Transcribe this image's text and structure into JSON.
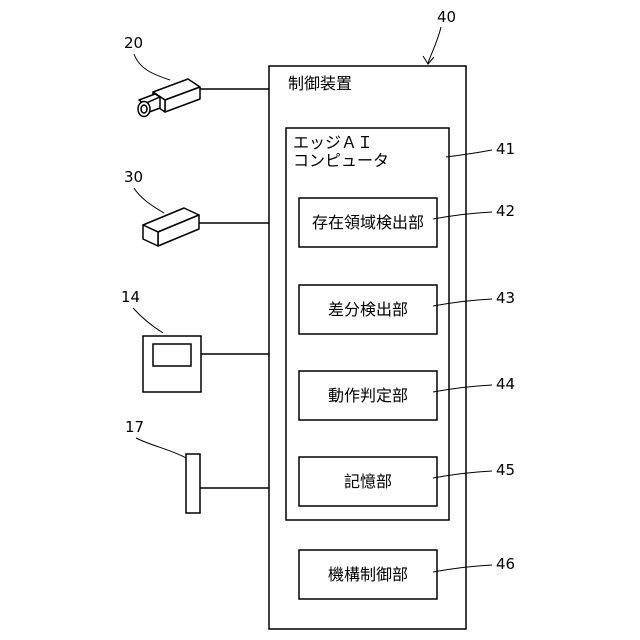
{
  "control_device": {
    "ref": "40",
    "label": "制御装置"
  },
  "edge_ai": {
    "ref": "41",
    "label_line1": "エッジＡＩ",
    "label_line2": "コンピュータ"
  },
  "units": [
    {
      "ref": "42",
      "label": "存在領域検出部"
    },
    {
      "ref": "43",
      "label": "差分検出部"
    },
    {
      "ref": "44",
      "label": "動作判定部"
    },
    {
      "ref": "45",
      "label": "記憶部"
    }
  ],
  "mechanism_unit": {
    "ref": "46",
    "label": "機構制御部"
  },
  "devices": [
    {
      "ref": "20",
      "icon": "camera-icon"
    },
    {
      "ref": "30",
      "icon": "sensor-box-icon"
    },
    {
      "ref": "14",
      "icon": "display-terminal-icon"
    },
    {
      "ref": "17",
      "icon": "bar-device-icon"
    }
  ]
}
